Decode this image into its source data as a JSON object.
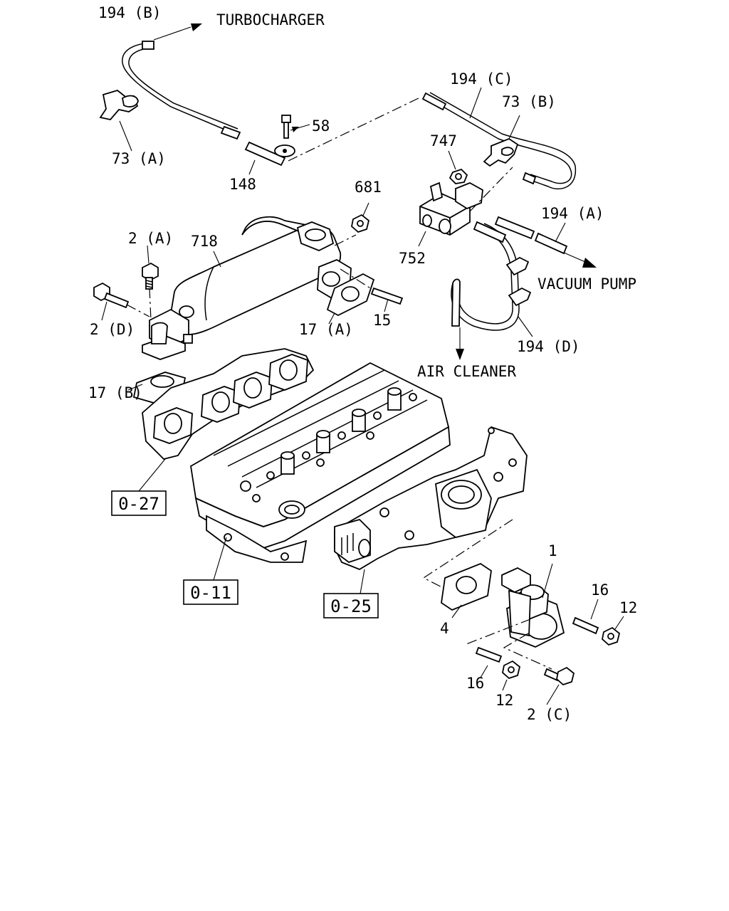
{
  "diagram": {
    "labels": {
      "hose_194b": "194 (B)",
      "turbocharger": "TURBOCHARGER",
      "hose_194c": "194 (C)",
      "clip_73b": "73 (B)",
      "bolt_58": "58",
      "clip_73a": "73 (A)",
      "nut_747": "747",
      "pipe_148": "148",
      "nut_681": "681",
      "hose_194a": "194 (A)",
      "bolt_2a": "2 (A)",
      "cooler_718": "718",
      "valve_752": "752",
      "vacuum_pump": "VACUUM PUMP",
      "bolt_2d": "2 (D)",
      "gasket_17a": "17 (A)",
      "stud_15": "15",
      "hose_194d": "194 (D)",
      "air_cleaner": "AIR CLEANER",
      "gasket_17b": "17 (B)",
      "egr_valve_1": "1",
      "stud_16_right": "16",
      "nut_12_right": "12",
      "gasket_4": "4",
      "stud_16_left": "16",
      "nut_12_left": "12",
      "bolt_2c": "2 (C)"
    },
    "references": {
      "ref_027": "0-27",
      "ref_011": "0-11",
      "ref_025": "0-25"
    }
  }
}
